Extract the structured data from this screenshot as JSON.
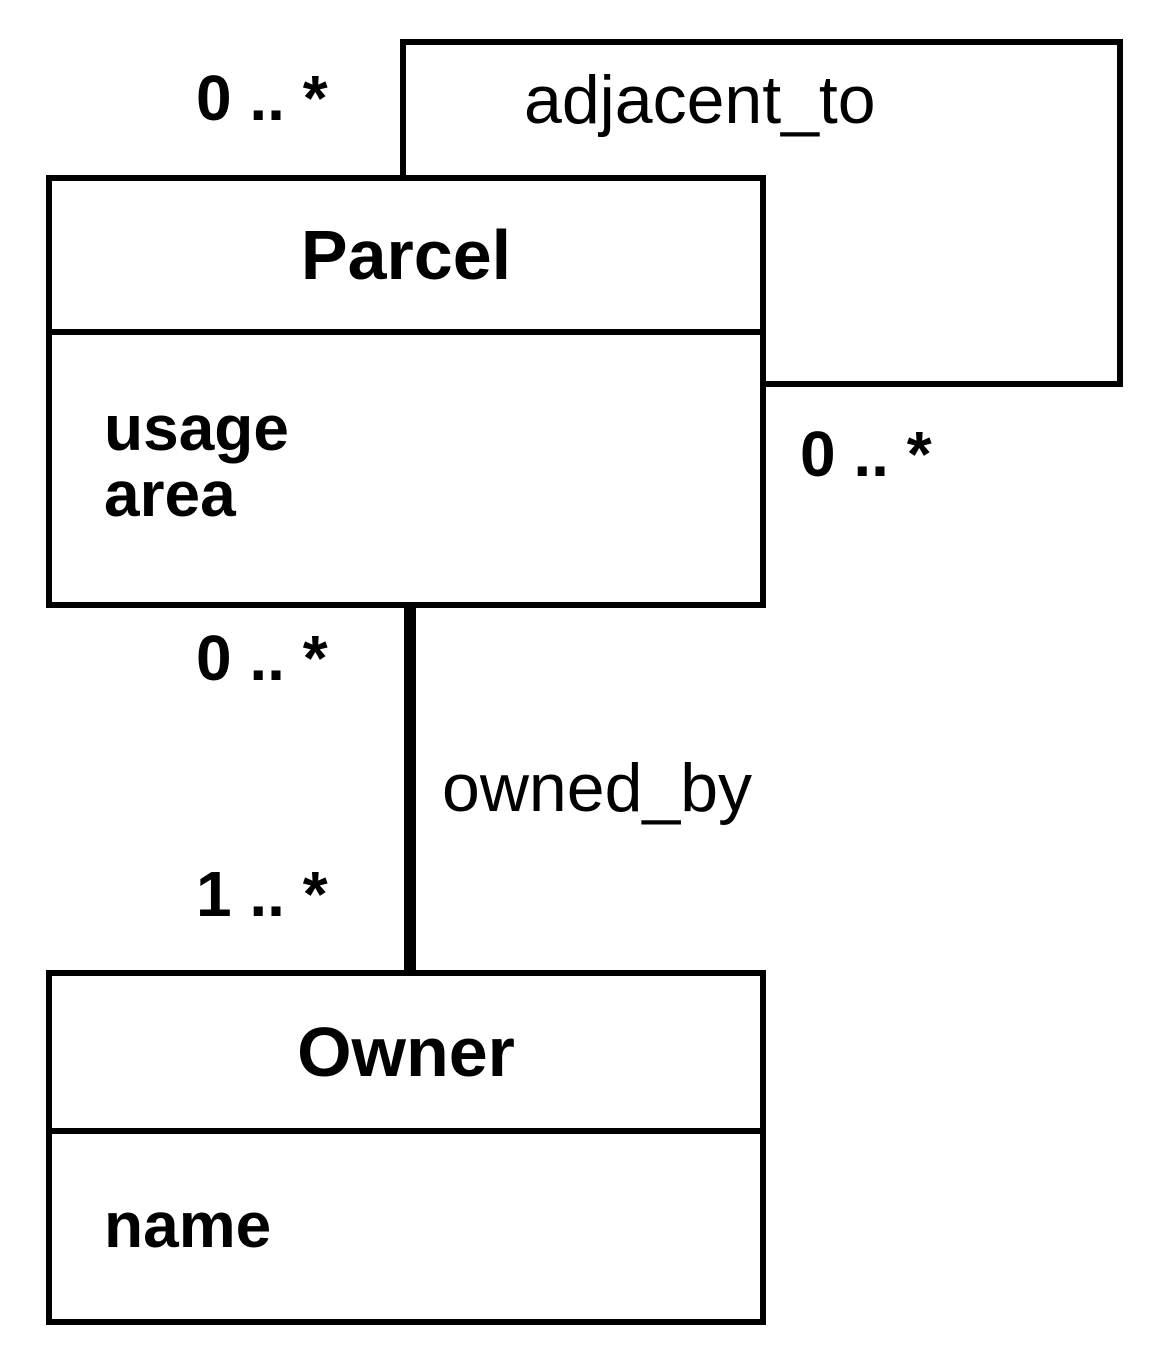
{
  "classes": {
    "parcel": {
      "name": "Parcel",
      "attributes": [
        "usage",
        "area"
      ]
    },
    "owner": {
      "name": "Owner",
      "attributes": [
        "name"
      ]
    }
  },
  "associations": {
    "adjacent_to": {
      "label": "adjacent_to",
      "source_multiplicity": "0 .. *",
      "target_multiplicity": "0 .. *"
    },
    "owned_by": {
      "label": "owned_by",
      "parcel_multiplicity": "0 .. *",
      "owner_multiplicity": "1 .. *"
    }
  },
  "colors": {
    "line": "#000000",
    "background": "#ffffff"
  }
}
